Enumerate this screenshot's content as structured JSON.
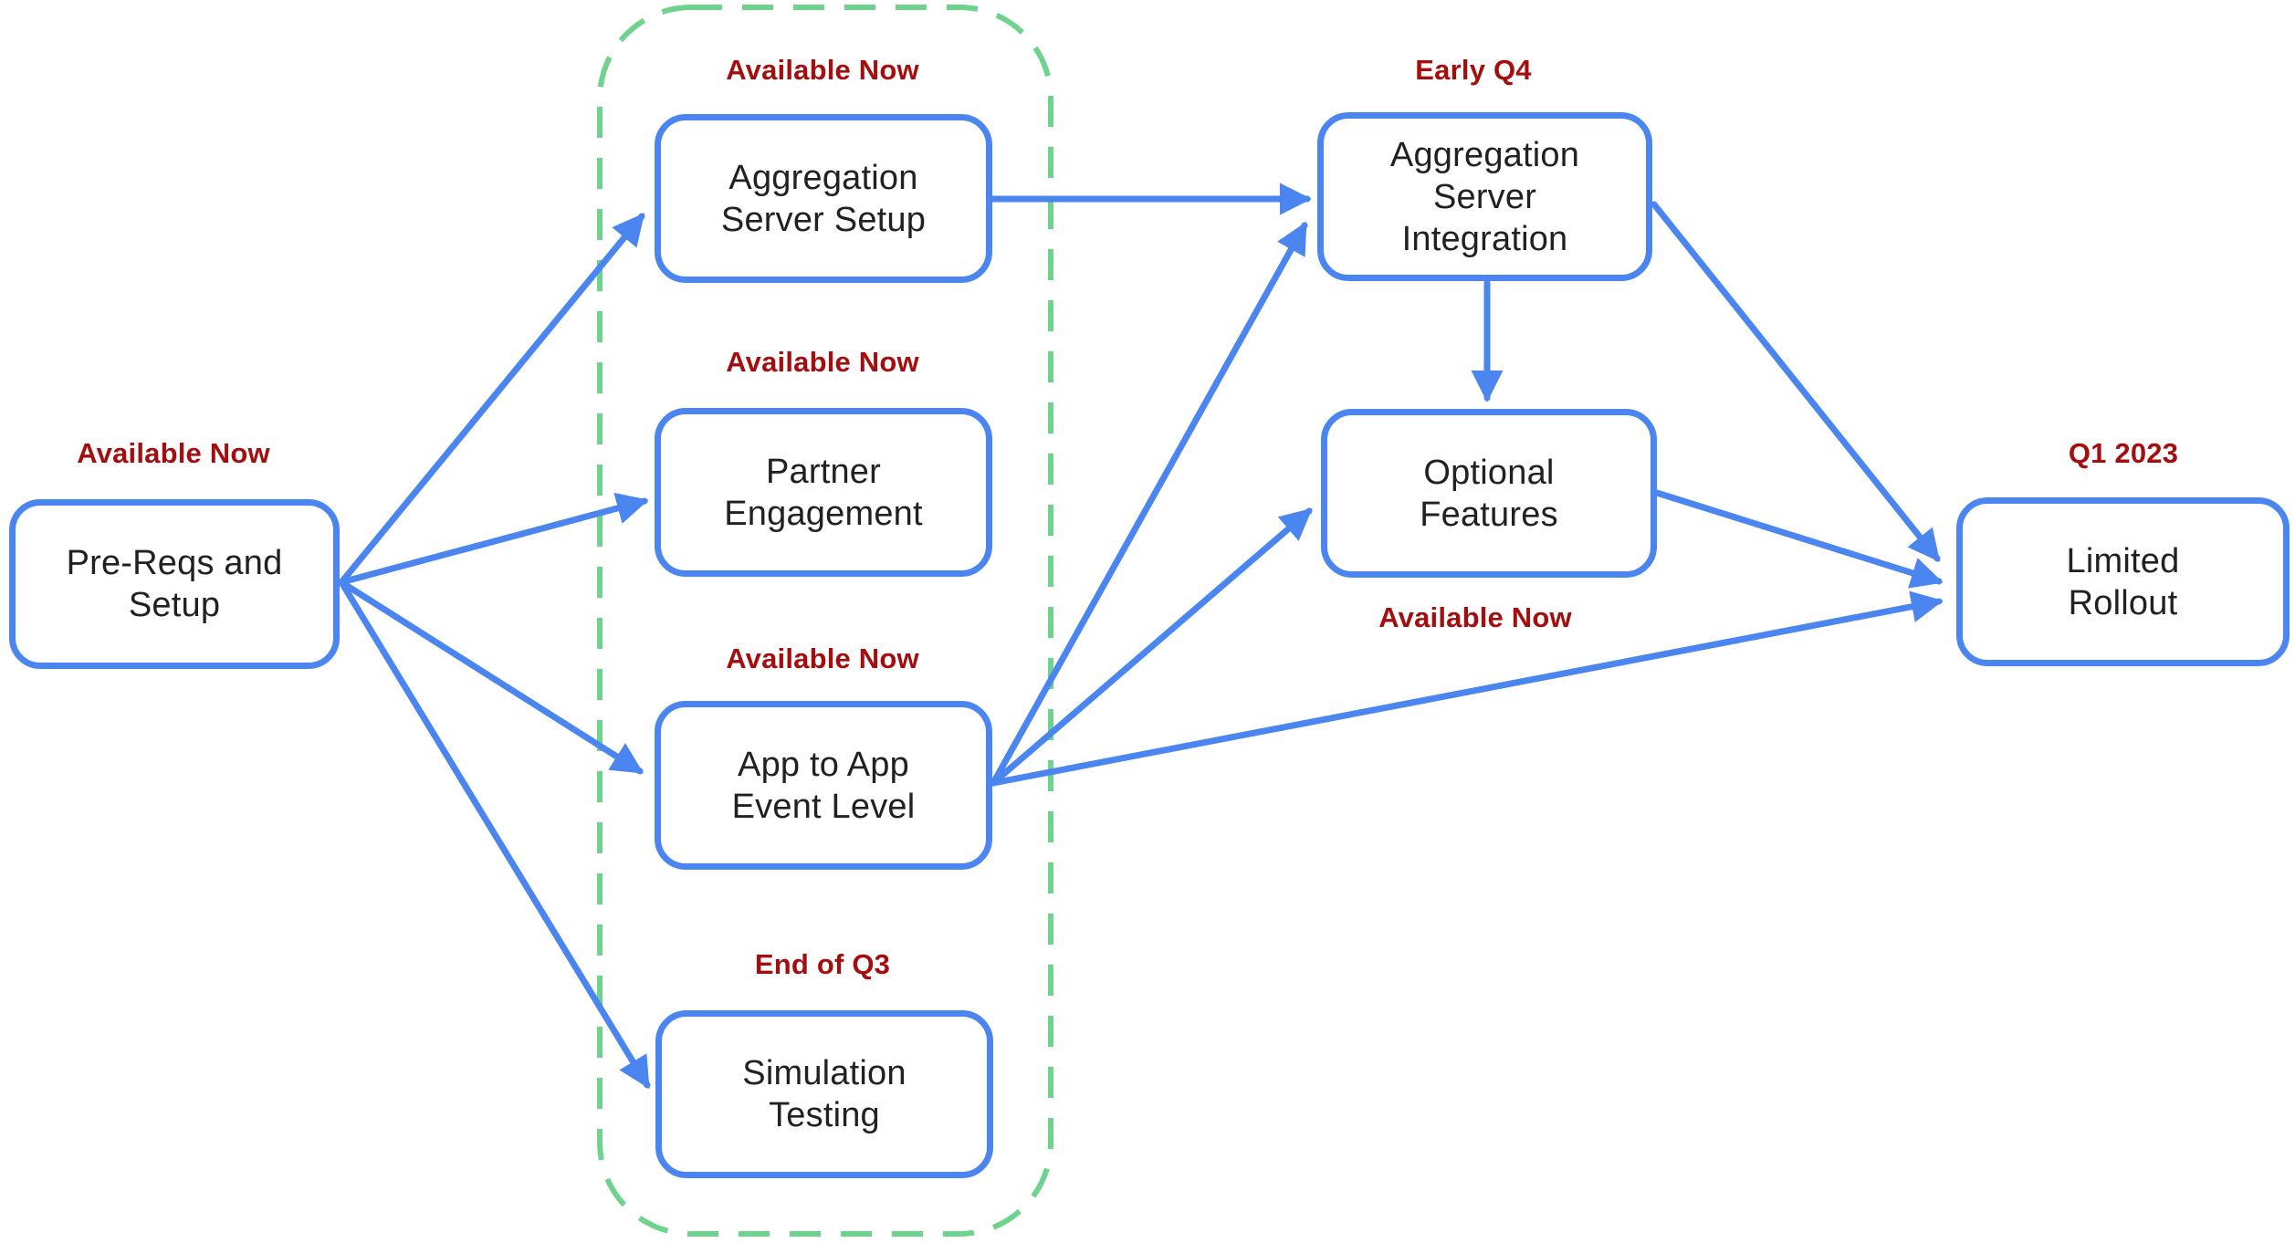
{
  "colors": {
    "node_border": "#4a85f0",
    "arrow": "#4a85f0",
    "status": "#a50e0e",
    "group_outline": "#6ed38c",
    "node_text": "#202124"
  },
  "nodes": {
    "pre_reqs": {
      "lines": [
        "Pre-Reqs and",
        "Setup"
      ],
      "status": "Available Now"
    },
    "agg_setup": {
      "lines": [
        "Aggregation",
        "Server Setup"
      ],
      "status": "Available Now"
    },
    "partner": {
      "lines": [
        "Partner",
        "Engagement"
      ],
      "status": "Available Now"
    },
    "app_to_app": {
      "lines": [
        "App to App",
        "Event Level"
      ],
      "status": "Available Now"
    },
    "simulation": {
      "lines": [
        "Simulation",
        "Testing"
      ],
      "status": "End of Q3"
    },
    "agg_integration": {
      "lines": [
        "Aggregation",
        "Server",
        "Integration"
      ],
      "status": "Early Q4"
    },
    "optional": {
      "lines": [
        "Optional",
        "Features"
      ],
      "status": "Available Now"
    },
    "rollout": {
      "lines": [
        "Limited",
        "Rollout"
      ],
      "status": "Q1 2023"
    }
  },
  "edges": [
    {
      "from": "Pre-Reqs and Setup",
      "to": "Aggregation Server Setup"
    },
    {
      "from": "Pre-Reqs and Setup",
      "to": "Partner Engagement"
    },
    {
      "from": "Pre-Reqs and Setup",
      "to": "App to App Event Level"
    },
    {
      "from": "Pre-Reqs and Setup",
      "to": "Simulation Testing"
    },
    {
      "from": "Aggregation Server Setup",
      "to": "Aggregation Server Integration"
    },
    {
      "from": "App to App Event Level",
      "to": "Aggregation Server Integration"
    },
    {
      "from": "App to App Event Level",
      "to": "Optional Features"
    },
    {
      "from": "App to App Event Level",
      "to": "Limited Rollout"
    },
    {
      "from": "Aggregation Server Integration",
      "to": "Optional Features"
    },
    {
      "from": "Aggregation Server Integration",
      "to": "Limited Rollout"
    },
    {
      "from": "Optional Features",
      "to": "Limited Rollout"
    }
  ]
}
